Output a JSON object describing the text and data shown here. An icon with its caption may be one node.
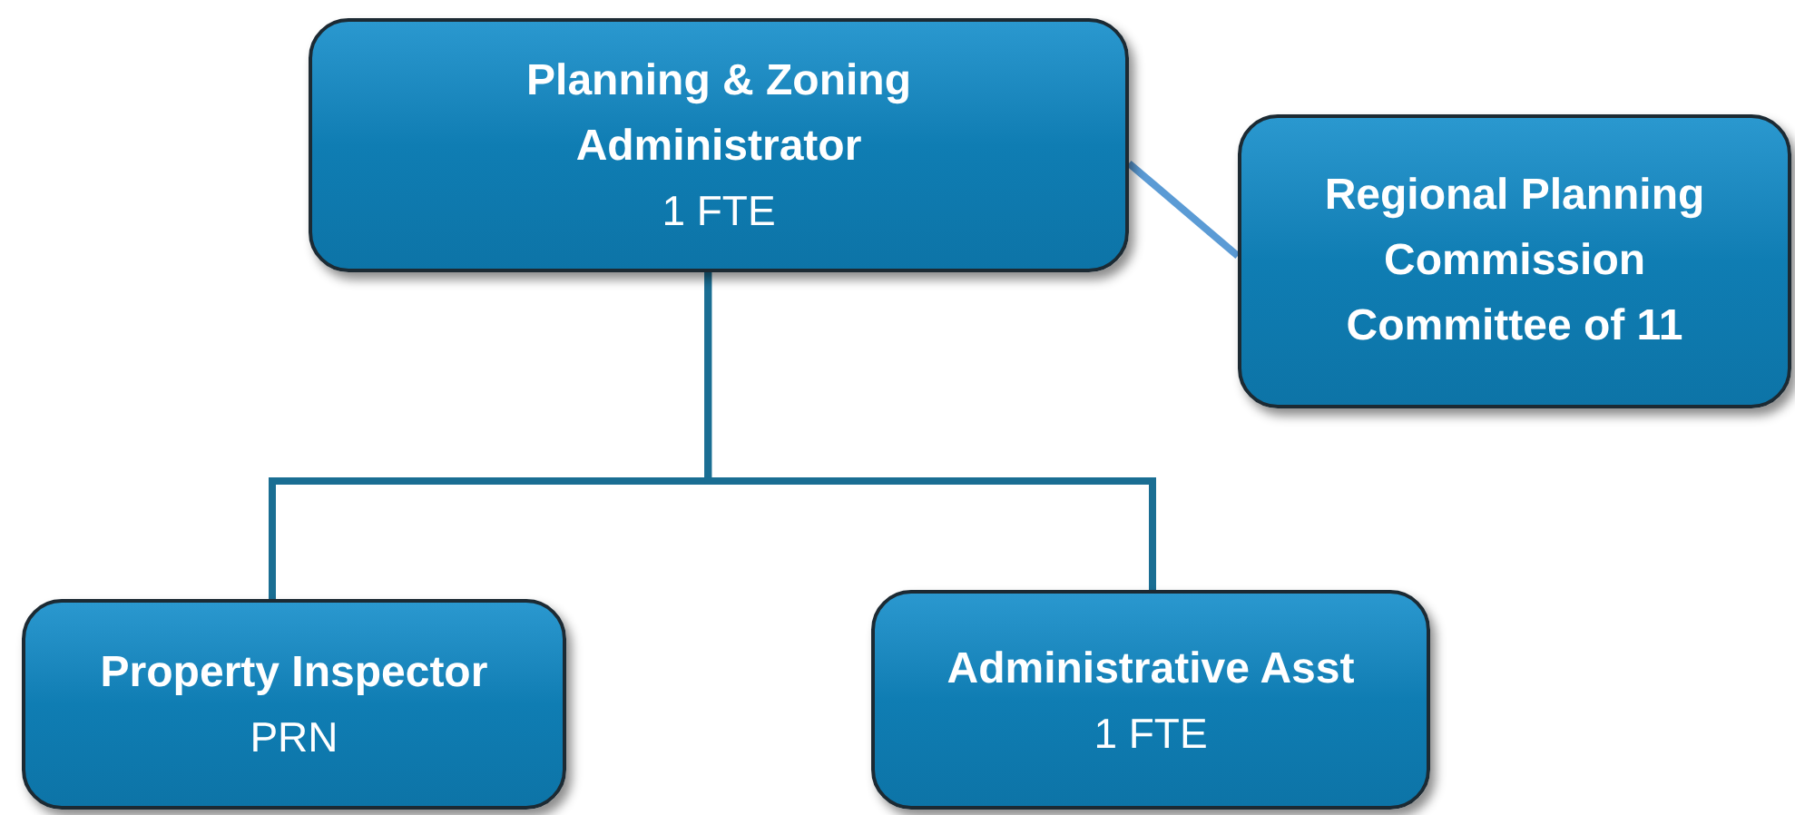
{
  "diagram": {
    "nodes": [
      {
        "text": [
          "Planning & Zoning Administrator",
          "1 FTE"
        ]
      },
      {
        "text": [
          "Regional Planning Commission Committee of 11"
        ]
      },
      {
        "text": [
          "Property Inspector",
          "PRN"
        ]
      },
      {
        "text": [
          "Administrative Asst",
          "1 FTE"
        ]
      }
    ],
    "edges": [
      {
        "from": 0,
        "to": 1,
        "arrow": "none",
        "color": "#5b9bd5"
      },
      {
        "from": 0,
        "to": 2,
        "arrow": "none"
      },
      {
        "from": 0,
        "to": 3,
        "arrow": "none"
      }
    ]
  }
}
